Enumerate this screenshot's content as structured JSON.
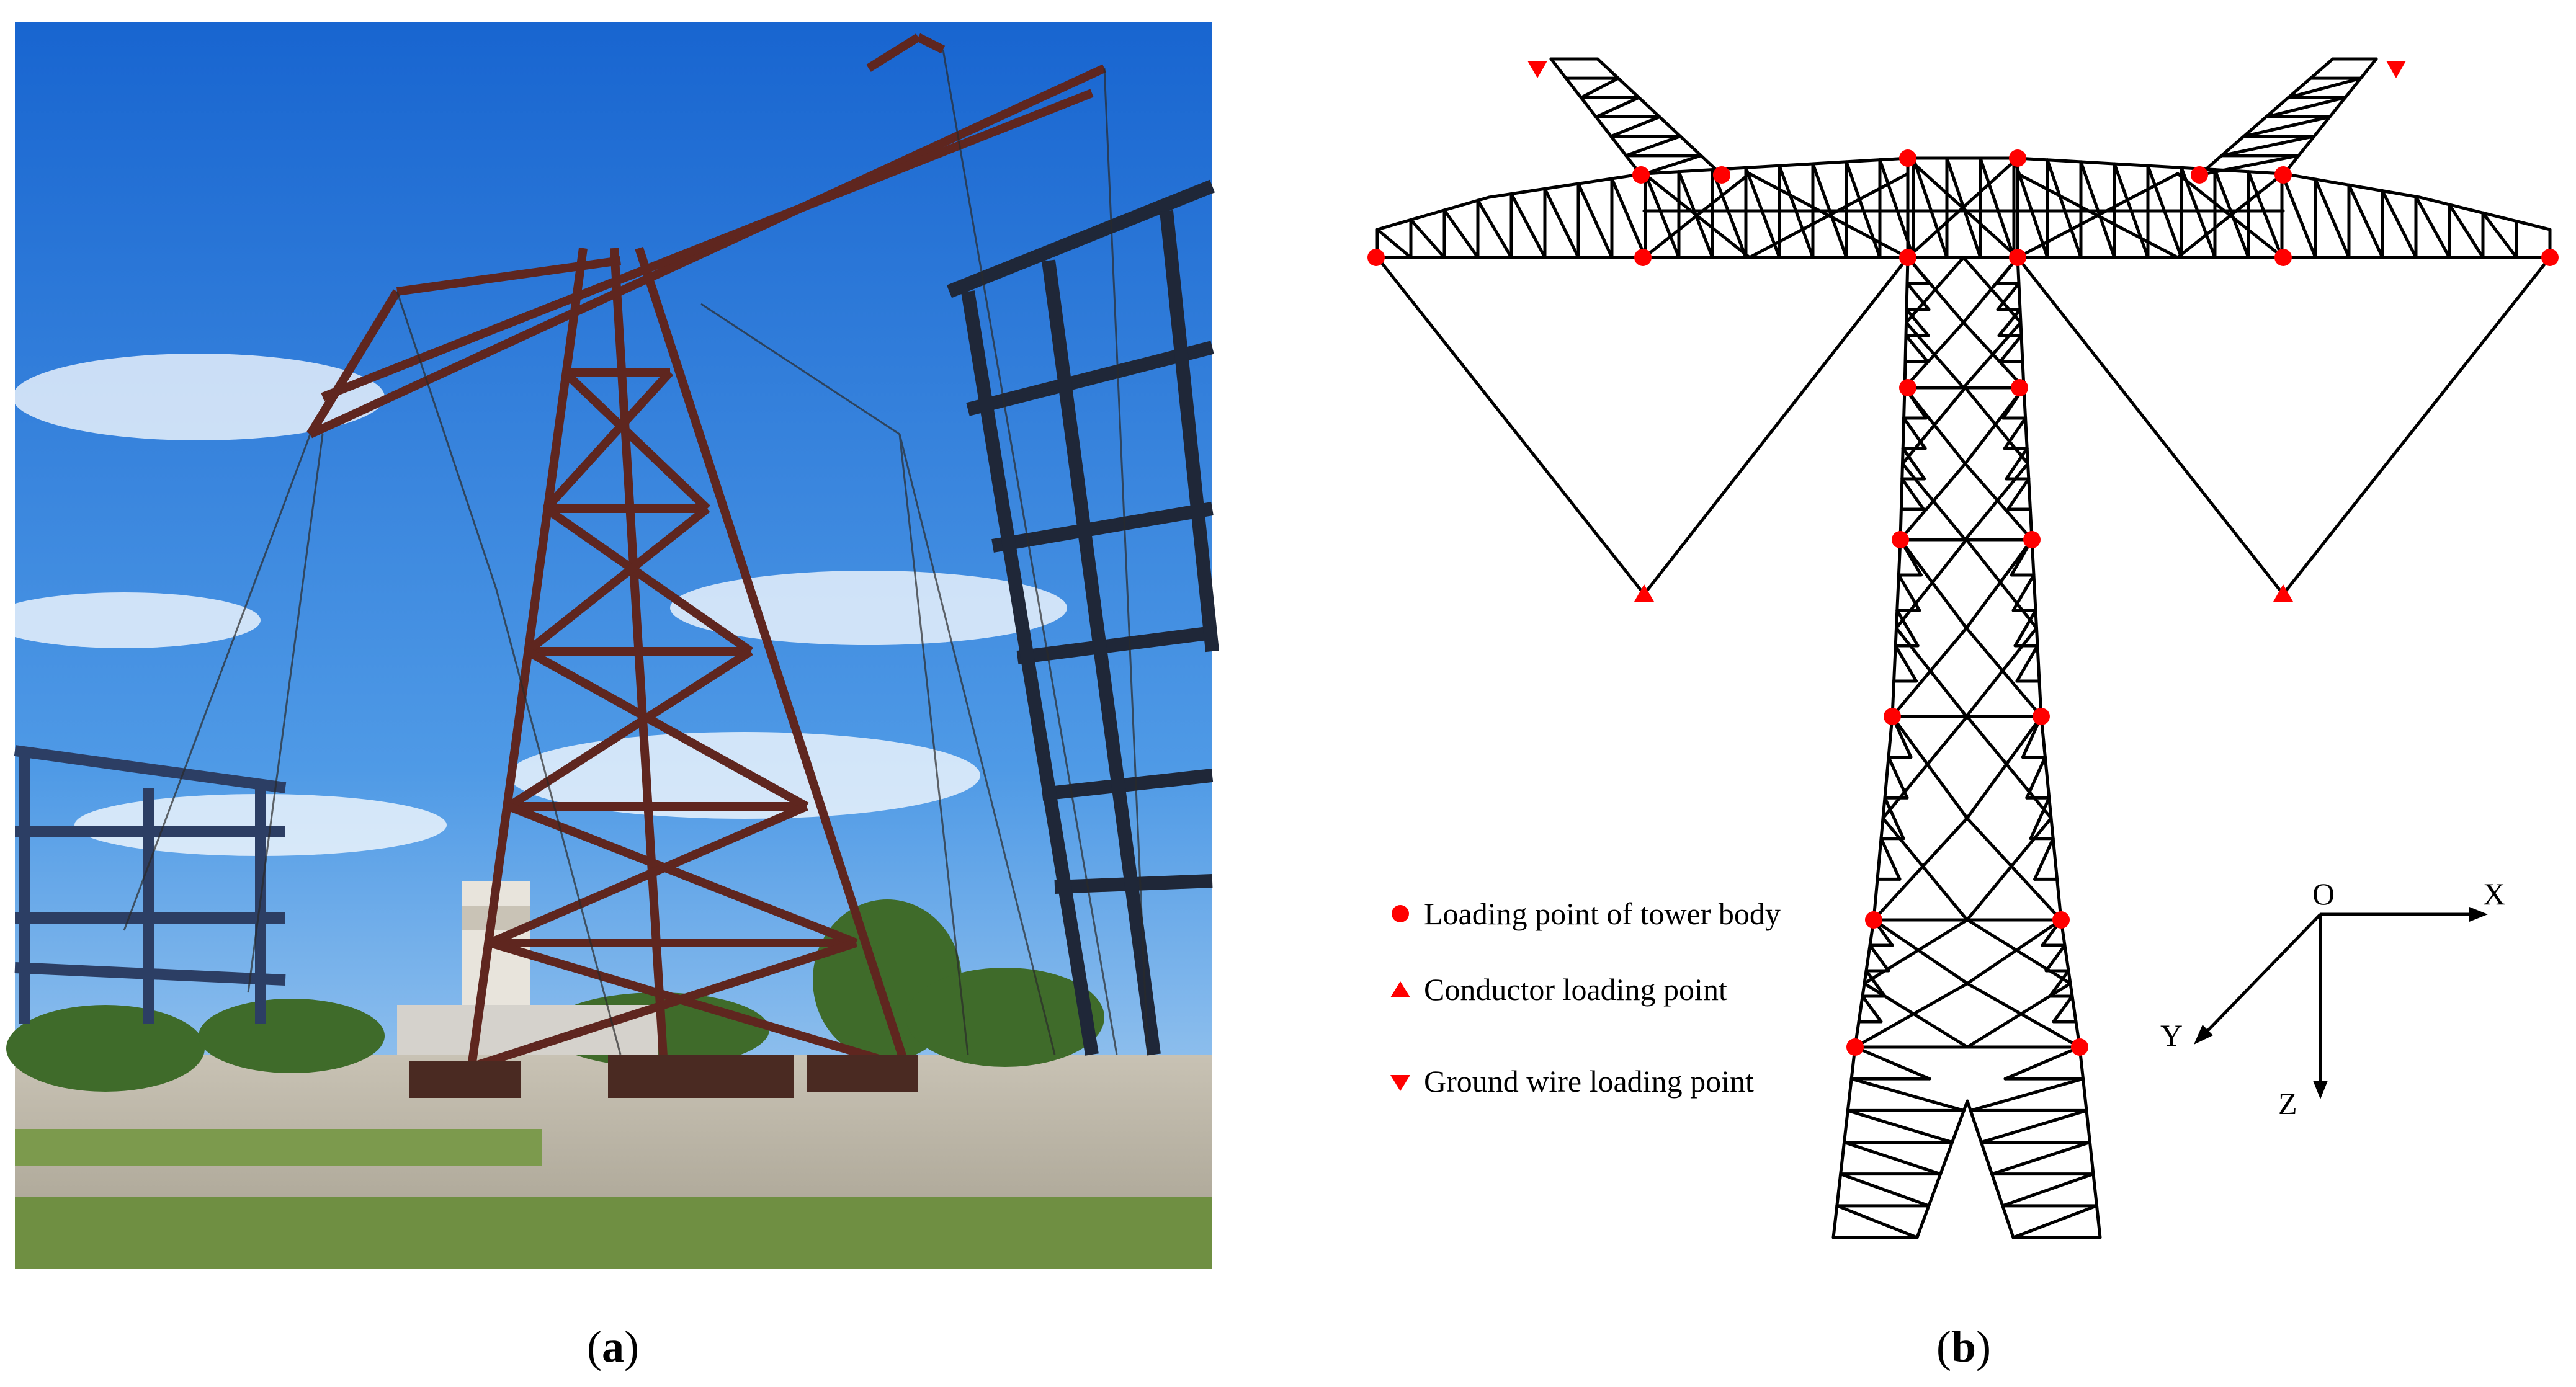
{
  "panel_a": {
    "caption_open": "(",
    "caption_letter": "a",
    "caption_close": ")"
  },
  "panel_b": {
    "caption_open": "(",
    "caption_letter": "b",
    "caption_close": ")"
  },
  "legend": {
    "items": [
      {
        "shape": "circle",
        "label": "Loading point of tower body"
      },
      {
        "shape": "triangle-up",
        "label": "Conductor loading point"
      },
      {
        "shape": "triangle-down",
        "label": "Ground wire loading point"
      }
    ]
  },
  "axes": {
    "origin": "O",
    "x": "X",
    "y": "Y",
    "z": "Z"
  },
  "colors": {
    "loading_point": "#ff0000",
    "truss": "#000000",
    "sky_top": "#1a6fd6",
    "sky_bottom": "#9cc8f0",
    "tower_red": "#6b2a22"
  }
}
